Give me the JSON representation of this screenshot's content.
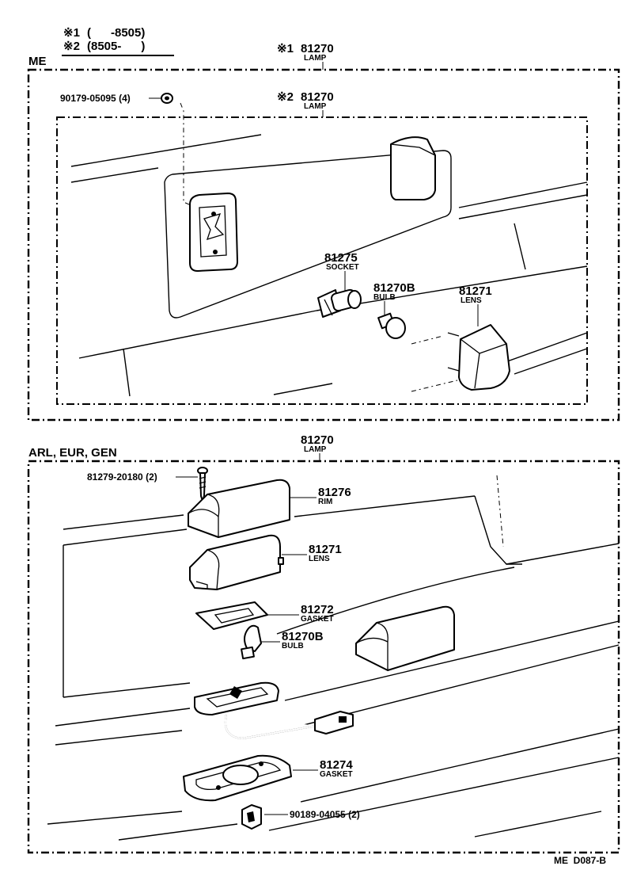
{
  "legend": {
    "item1": {
      "mark": "※1",
      "range": "(      -8505)"
    },
    "item2": {
      "mark": "※2",
      "range": "(8505-      )"
    }
  },
  "sections": {
    "me": {
      "label": "ME",
      "parts": {
        "lamp1": {
          "mark": "※1",
          "number": "81270",
          "name": "LAMP"
        },
        "lamp2": {
          "mark": "※2",
          "number": "81270",
          "name": "LAMP"
        },
        "screw": {
          "number": "90179-05095 (4)"
        },
        "socket": {
          "number": "81275",
          "name": "SOCKET"
        },
        "bulb": {
          "number": "81270B",
          "name": "BULB"
        },
        "lens": {
          "number": "81271",
          "name": "LENS"
        }
      }
    },
    "arl": {
      "label": "ARL, EUR, GEN",
      "parts": {
        "lamp": {
          "number": "81270",
          "name": "LAMP"
        },
        "screw": {
          "number": "81279-20180 (2)"
        },
        "rim": {
          "number": "81276",
          "name": "RIM"
        },
        "lens": {
          "number": "81271",
          "name": "LENS"
        },
        "gasket1": {
          "number": "81272",
          "name": "GASKET"
        },
        "bulb": {
          "number": "81270B",
          "name": "BULB"
        },
        "gasket2": {
          "number": "81274",
          "name": "GASKET"
        },
        "nut": {
          "number": "90189-04055 (2)"
        }
      }
    }
  },
  "footer": {
    "code": "ME  D087-B"
  }
}
